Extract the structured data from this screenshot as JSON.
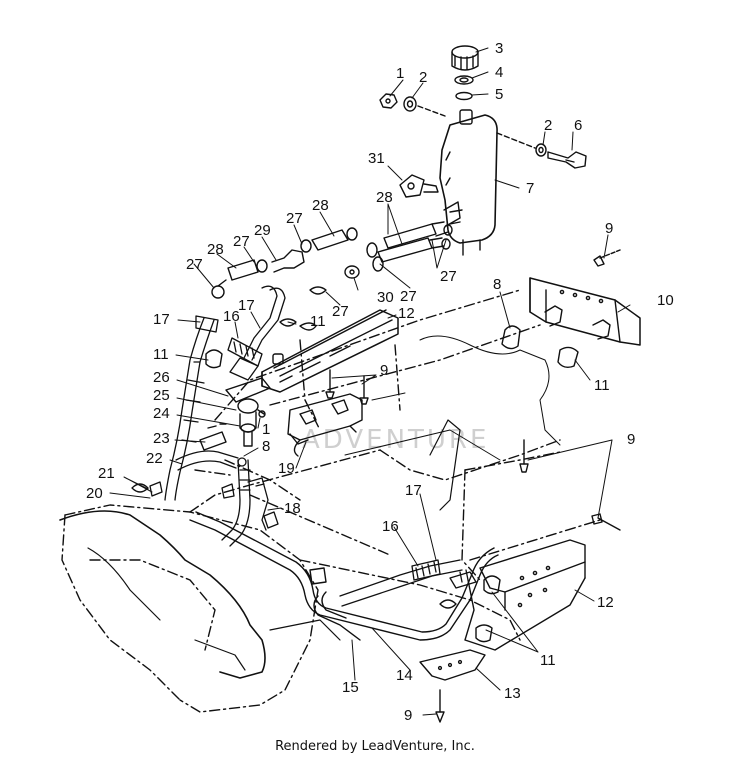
{
  "watermark": "ADVENTURE",
  "credit": "Rendered by LeadVenture, Inc.",
  "callouts": {
    "c1a": "1",
    "c2a": "2",
    "c3": "3",
    "c4": "4",
    "c5": "5",
    "c2b": "2",
    "c6": "6",
    "c7": "7",
    "c31": "31",
    "c28a": "28",
    "c28b": "28",
    "c27a": "27",
    "c29": "29",
    "c27b": "27",
    "c28c": "28",
    "c27c": "27",
    "c27d": "27",
    "c30": "30",
    "c27e": "27",
    "c27f": "27",
    "c9a": "9",
    "c8a": "8",
    "c10": "10",
    "c11a": "11",
    "c17a": "17",
    "c16a": "16",
    "c17b": "17",
    "c11b": "11",
    "c12a": "12",
    "c11c": "11",
    "c9b": "9",
    "c26": "26",
    "c25": "25",
    "c24": "24",
    "c1b": "1",
    "c23": "23",
    "c8b": "8",
    "c22": "22",
    "c21": "21",
    "c20": "20",
    "c18": "18",
    "c19": "19",
    "c9c": "9",
    "c17c": "17",
    "c16b": "16",
    "c12b": "12",
    "c11d": "11",
    "c14": "14",
    "c15": "15",
    "c13": "13",
    "c9d": "9"
  }
}
